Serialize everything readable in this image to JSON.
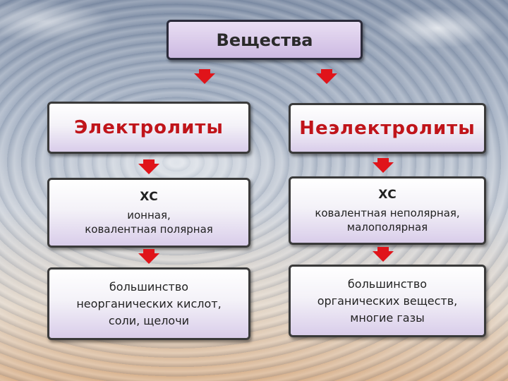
{
  "root": {
    "label": "Вещества"
  },
  "left": {
    "title": "Электролиты",
    "xs_label": "ХС",
    "xs_desc_line1": "ионная,",
    "xs_desc_line2": "ковалентная полярная",
    "examples_line1": "большинство",
    "examples_line2": "неорганических кислот,",
    "examples_line3": "соли, щелочи"
  },
  "right": {
    "title": "Неэлектролиты",
    "xs_label": "ХС",
    "xs_desc_line1": "ковалентная неполярная,",
    "xs_desc_line2": "малополярная",
    "examples_line1": "большинство",
    "examples_line2": "органических веществ,",
    "examples_line3": "многие газы"
  },
  "colors": {
    "title_text": "#c0141a",
    "arrow": "#e0141a",
    "box_fill": "#d9cdea"
  }
}
